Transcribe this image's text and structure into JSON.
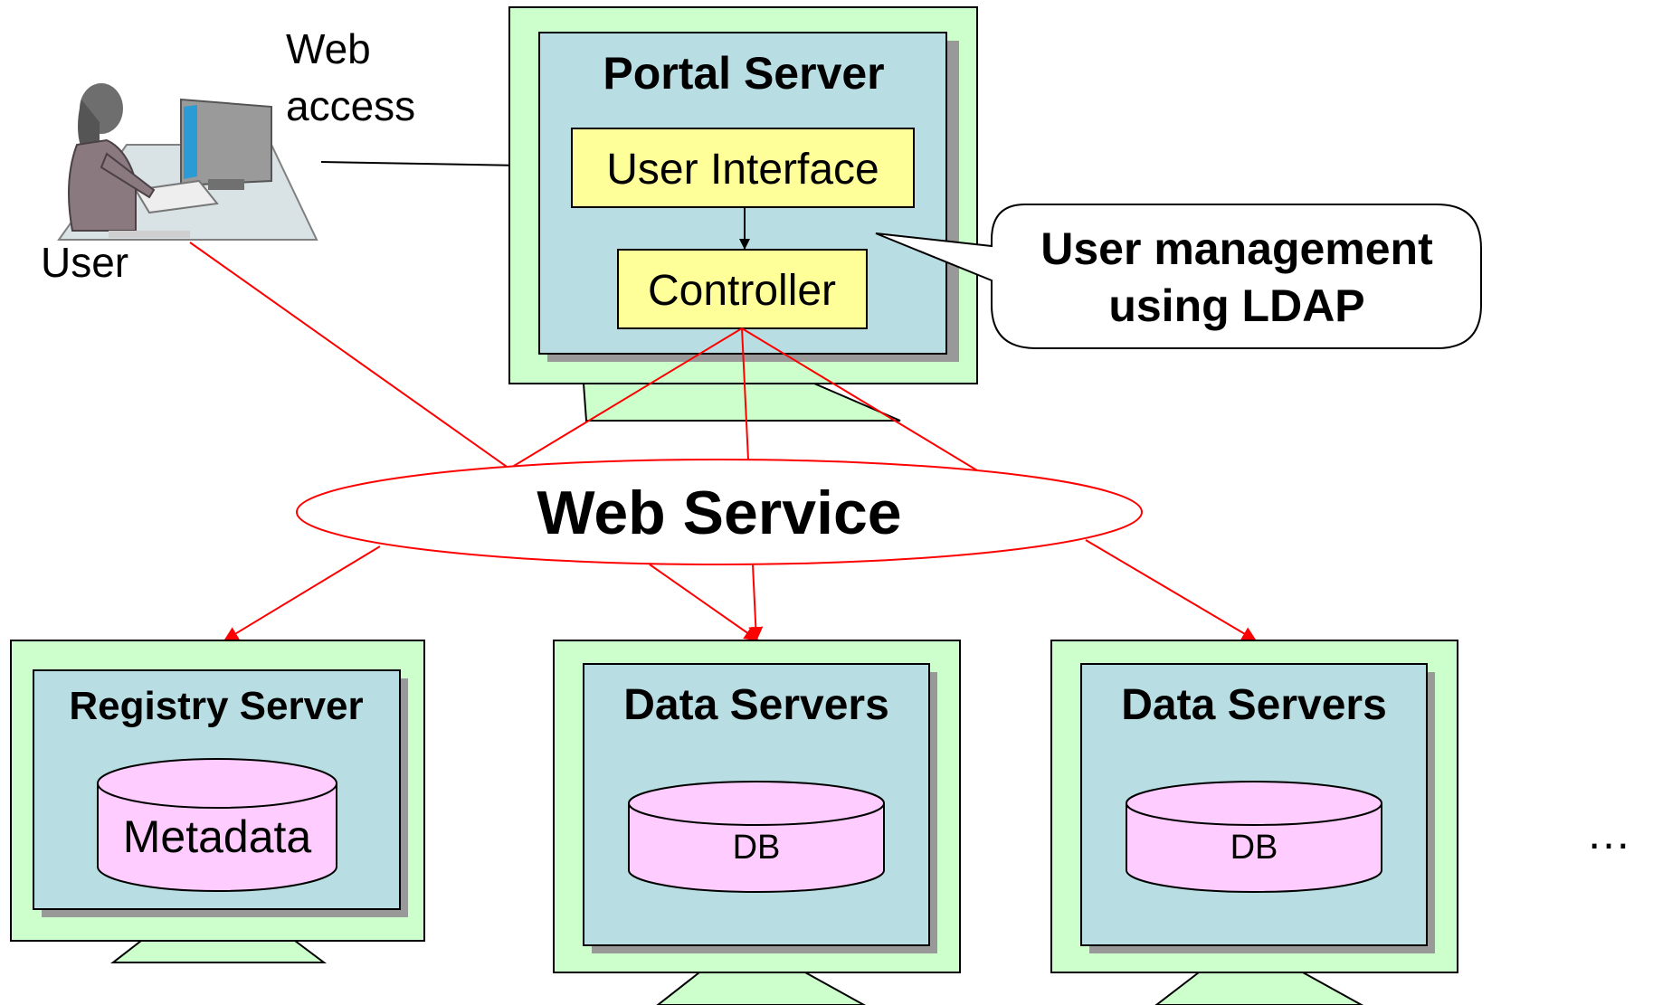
{
  "user": {
    "label": "User",
    "web_access_line1": "Web",
    "web_access_line2": "access"
  },
  "portal": {
    "title": "Portal Server",
    "ui_label": "User Interface",
    "controller_label": "Controller"
  },
  "callout": {
    "line1": "User management",
    "line2": "using LDAP"
  },
  "web_service": {
    "label": "Web Service"
  },
  "servers": [
    {
      "title": "Registry Server",
      "db_label": "Metadata"
    },
    {
      "title": "Data Servers",
      "db_label": "DB"
    },
    {
      "title": "Data Servers",
      "db_label": "DB"
    }
  ],
  "ellipsis": "…",
  "colors": {
    "monitor_frame": "#ccffcc",
    "screen": "#b8dde2",
    "shadow": "#999999",
    "yellow_box": "#ffff99",
    "db_fill": "#ffccff",
    "link_line": "#ff0000"
  }
}
